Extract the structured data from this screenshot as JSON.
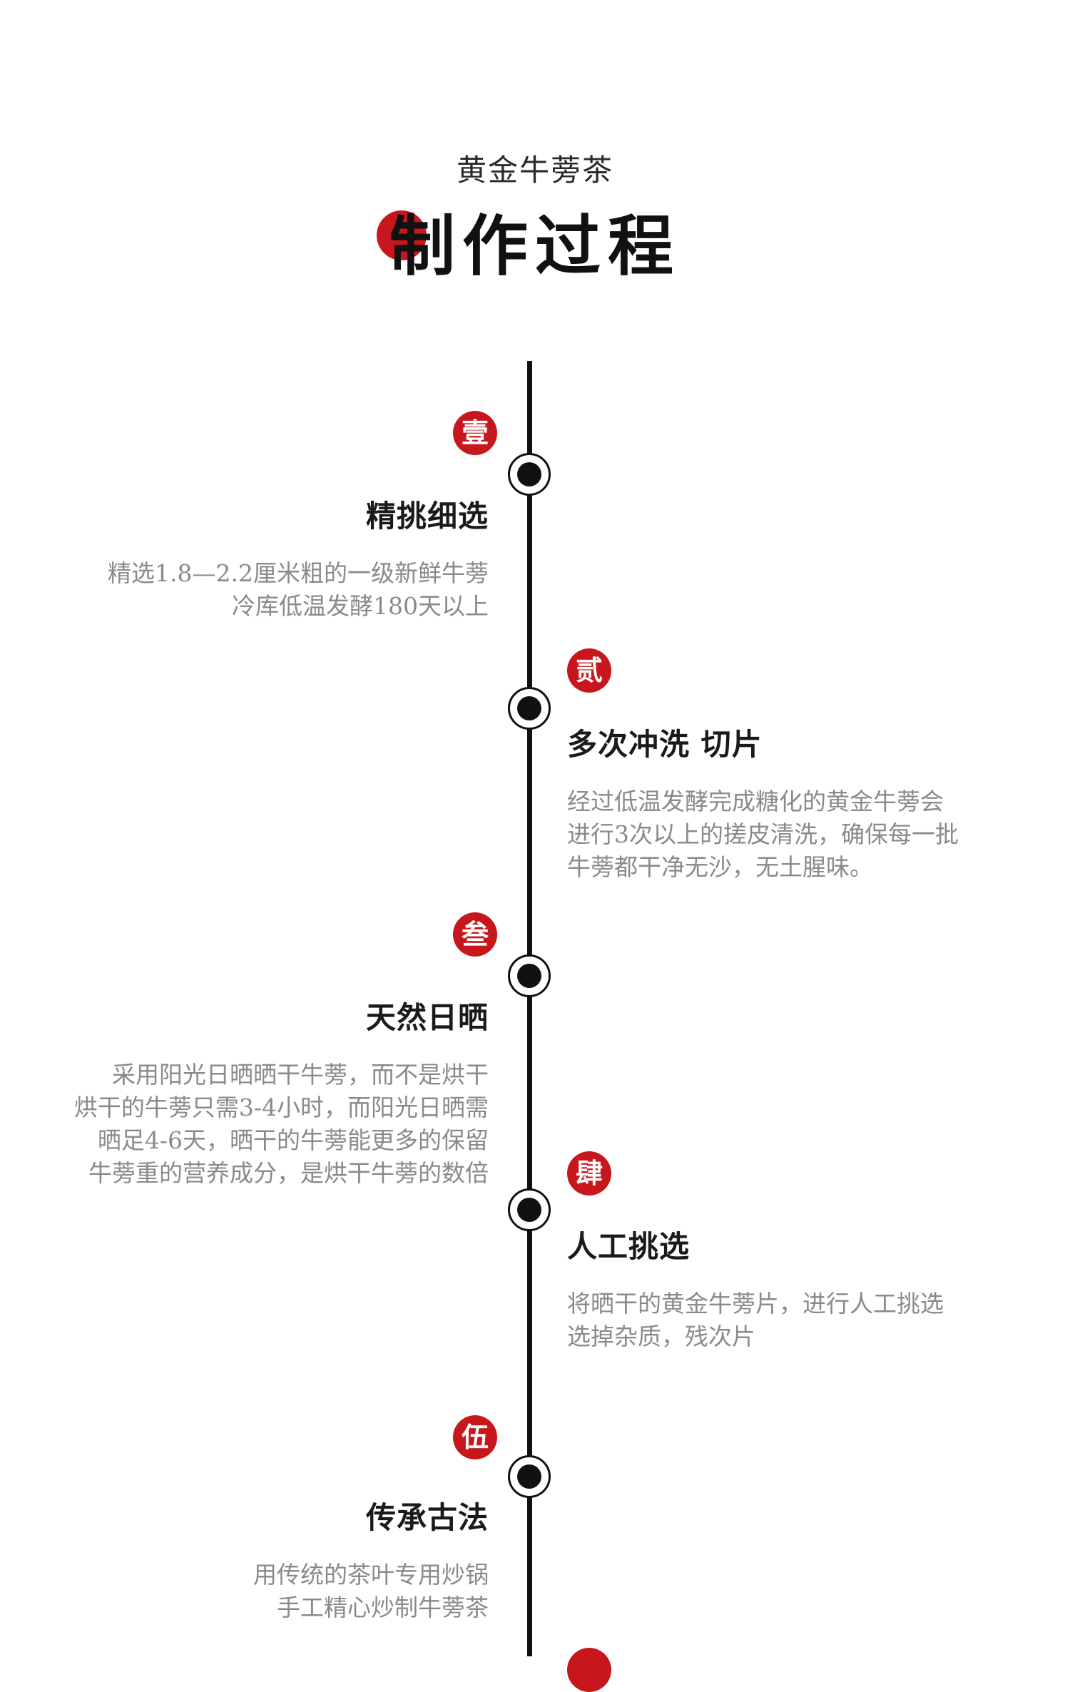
{
  "header": {
    "subtitle": "黄金牛蒡茶",
    "title": "制作过程"
  },
  "steps": [
    {
      "badge": "壹",
      "title": "精挑细选",
      "lines": [
        "精选1.8—2.2厘米粗的一级新鲜牛蒡",
        "冷库低温发酵180天以上"
      ]
    },
    {
      "badge": "贰",
      "title": "多次冲洗 切片",
      "lines": [
        "经过低温发酵完成糖化的黄金牛蒡会",
        "进行3次以上的搓皮清洗，确保每一批",
        "牛蒡都干净无沙，无土腥味。"
      ]
    },
    {
      "badge": "叁",
      "title": "天然日晒",
      "lines": [
        "采用阳光日晒晒干牛蒡，而不是烘干",
        "烘干的牛蒡只需3-4小时，而阳光日晒需",
        "晒足4-6天，晒干的牛蒡能更多的保留",
        "牛蒡重的营养成分，是烘干牛蒡的数倍"
      ]
    },
    {
      "badge": "肆",
      "title": "人工挑选",
      "lines": [
        "将晒干的黄金牛蒡片，进行人工挑选",
        "选掉杂质，残次片"
      ]
    },
    {
      "badge": "伍",
      "title": "传承古法",
      "lines": [
        "用传统的茶叶专用炒锅",
        "手工精心炒制牛蒡茶"
      ]
    }
  ],
  "colors": {
    "accent": "#c8161d",
    "line": "#111111",
    "desc": "#8a8a8a"
  }
}
